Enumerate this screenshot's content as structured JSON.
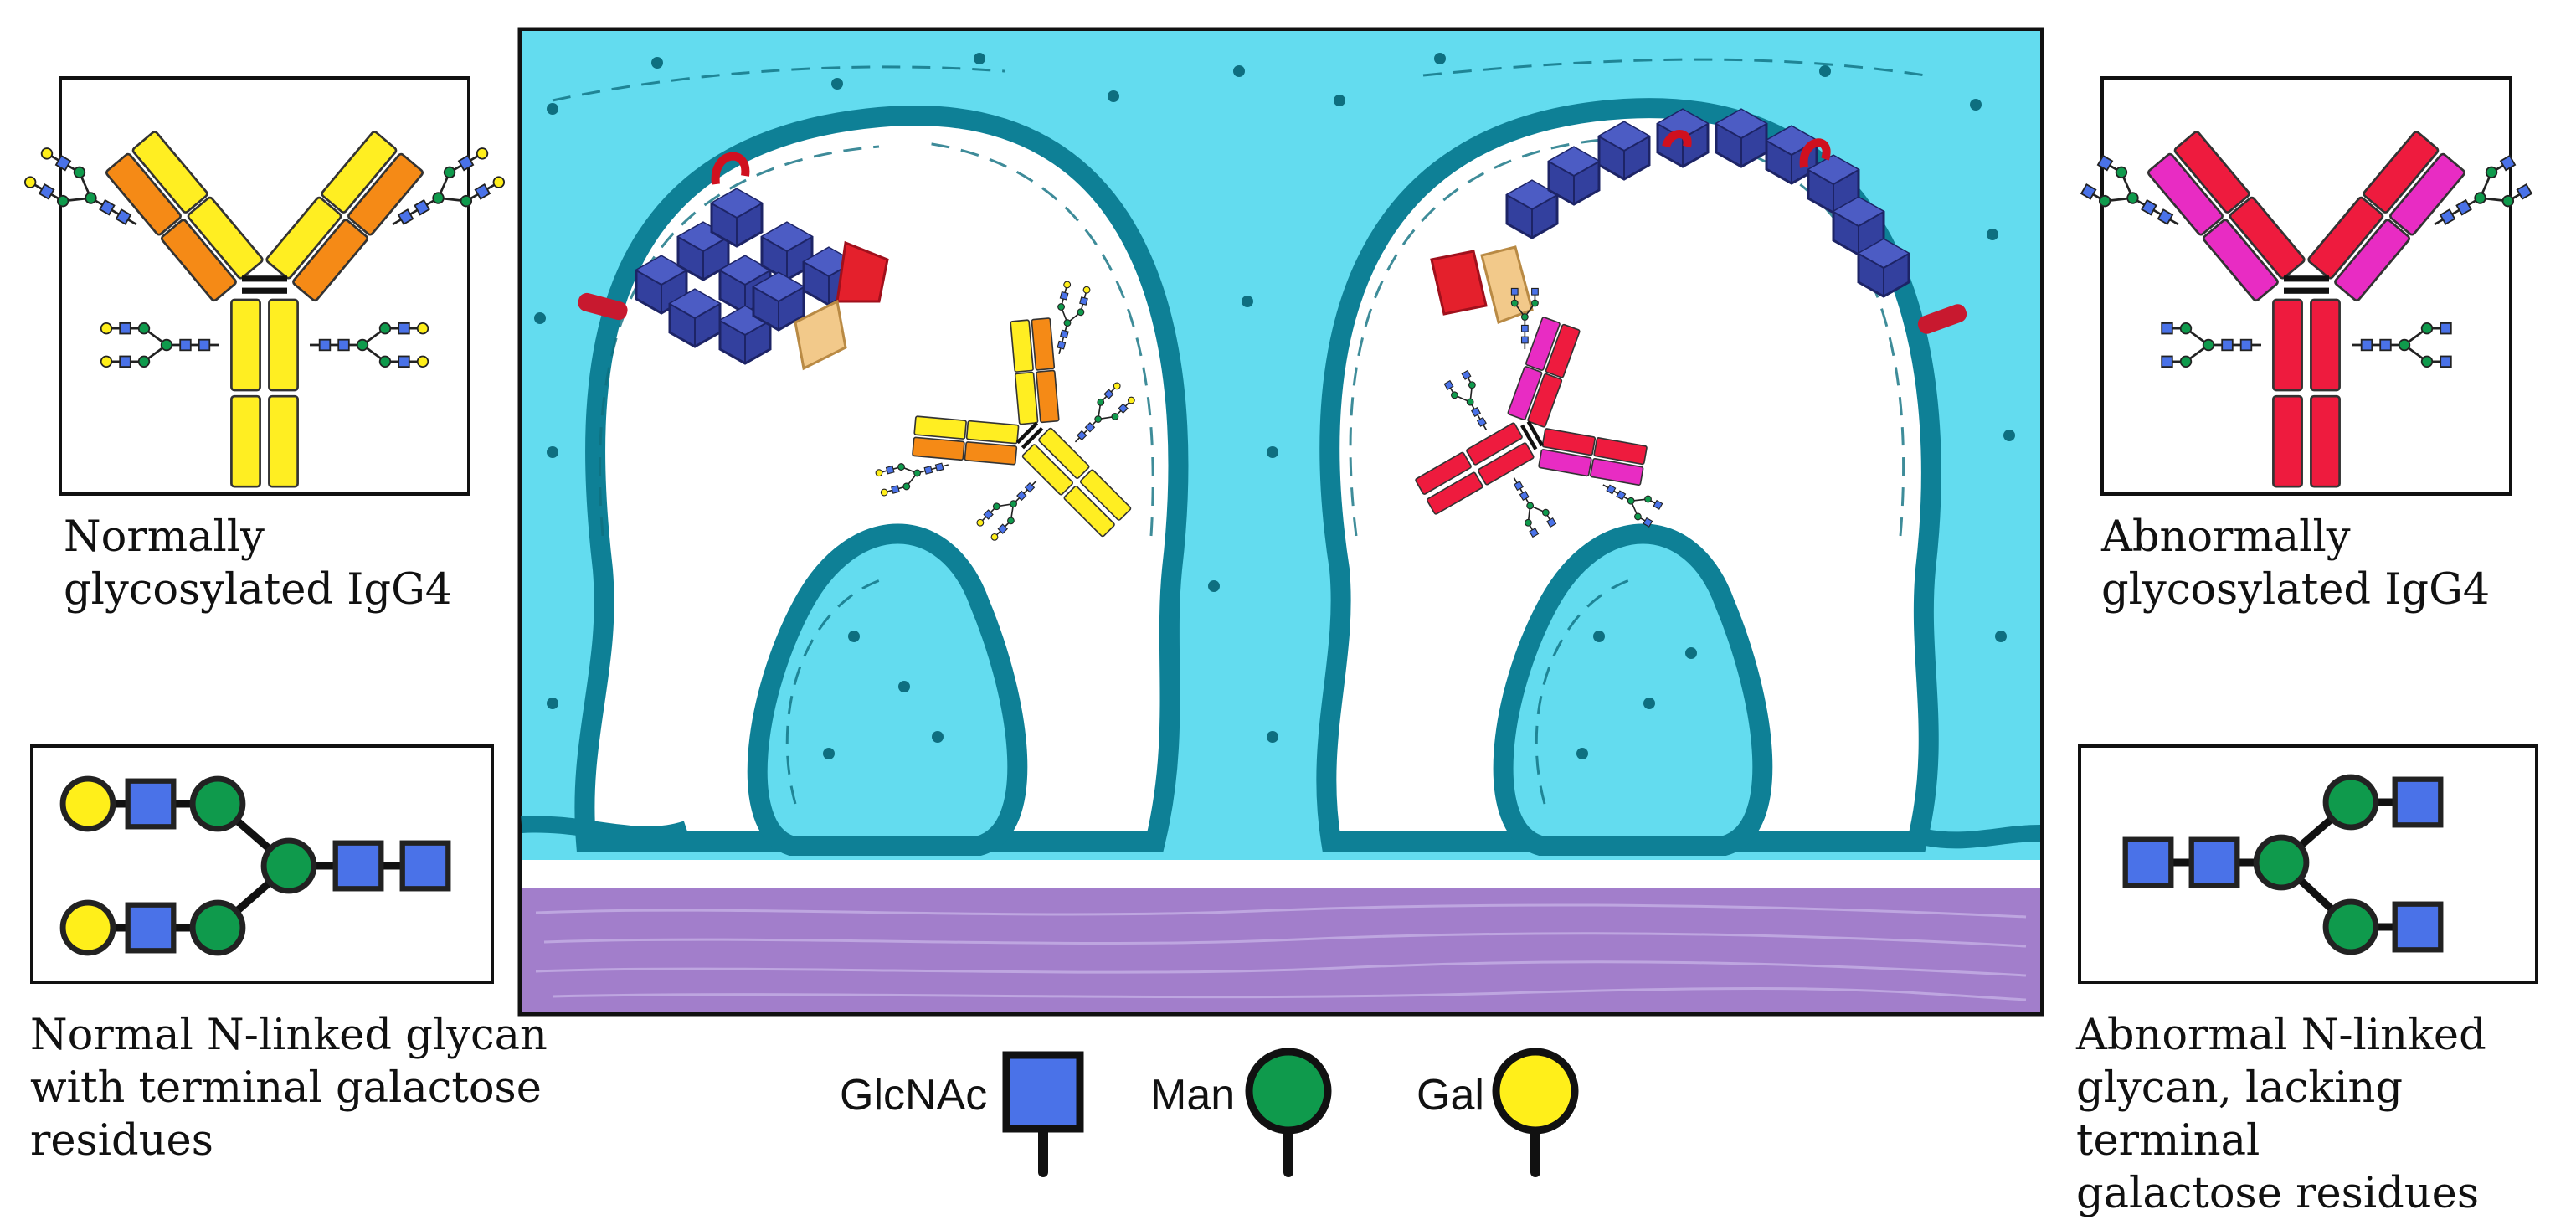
{
  "left_panel": {
    "igg_caption": "Normally\nglycosylated IgG4",
    "glycan_caption": "Normal N-linked glycan\nwith terminal galactose\nresidues"
  },
  "right_panel": {
    "igg_caption": "Abnormally\nglycosylated IgG4",
    "glycan_caption": "Abnormal N-linked\nglycan, lacking terminal\ngalactose residues"
  },
  "legend": [
    {
      "label": "GlcNAc",
      "shape": "square",
      "color": "#4a72e8"
    },
    {
      "label": "Man",
      "shape": "circle",
      "color": "#0f9a4c"
    },
    {
      "label": "Gal",
      "shape": "circle",
      "color": "#ffef1a"
    }
  ],
  "colors": {
    "tissue": "#63dcef",
    "membrane": "#0e8096",
    "basement": "#a27ecb",
    "normal_heavy": "#ffee22",
    "normal_light": "#f58a16",
    "abnormal_heavy": "#ee1b3e",
    "abnormal_light": "#e82cc3",
    "complex": "#33409e"
  }
}
